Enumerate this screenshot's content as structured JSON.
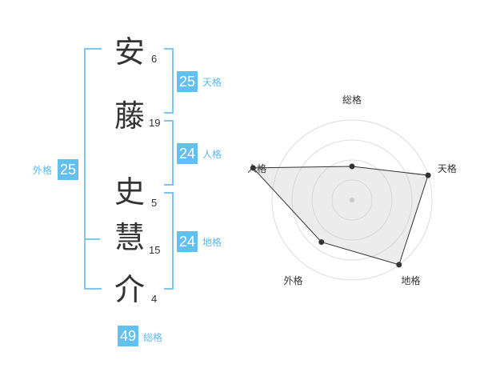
{
  "name": {
    "surname": [
      {
        "char": "安",
        "strokes": "6"
      },
      {
        "char": "藤",
        "strokes": "19"
      }
    ],
    "given": [
      {
        "char": "史",
        "strokes": "5"
      },
      {
        "char": "慧",
        "strokes": "15"
      },
      {
        "char": "介",
        "strokes": "4"
      }
    ]
  },
  "kakusu": {
    "tenkaku": {
      "value": "25",
      "label": "天格"
    },
    "jinkaku": {
      "value": "24",
      "label": "人格"
    },
    "chikaku": {
      "value": "24",
      "label": "地格"
    },
    "gaikaku": {
      "value": "25",
      "label": "外格"
    },
    "soukaku": {
      "value": "49",
      "label": "総格"
    }
  },
  "colors": {
    "accent": "#62c0f0",
    "bracket": "#7cc8f0",
    "text": "#333333"
  },
  "chart_data": {
    "type": "radar",
    "axes": [
      "総格",
      "天格",
      "地格",
      "外格",
      "人格"
    ],
    "levels": 4,
    "values": [
      0.42,
      1.0,
      1.0,
      0.65,
      1.3
    ]
  }
}
